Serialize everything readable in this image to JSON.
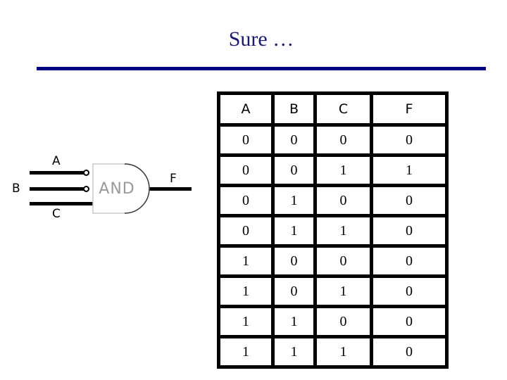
{
  "slide": {
    "title": "Sure …",
    "accent_color": "#000080",
    "title_color": "#191970"
  },
  "circuit": {
    "gate": {
      "type_label": "AND",
      "body_color": "#cccccc",
      "text_color": "#999999"
    },
    "inputs": [
      {
        "name": "input-a",
        "label": "A",
        "has_node_dot": true
      },
      {
        "name": "input-b",
        "label": "B",
        "has_node_dot": true
      },
      {
        "name": "input-c",
        "label": "C",
        "has_node_dot": false
      }
    ],
    "output": {
      "name": "output-f",
      "label": "F"
    }
  },
  "truth_table": {
    "headers": [
      "A",
      "B",
      "C",
      "F"
    ],
    "rows": [
      {
        "A": "0",
        "B": "0",
        "C": "0",
        "F": "0",
        "f_style": "blue"
      },
      {
        "A": "0",
        "B": "0",
        "C": "1",
        "F": "1",
        "f_style": "dark"
      },
      {
        "A": "0",
        "B": "1",
        "C": "0",
        "F": "0",
        "f_style": "blue"
      },
      {
        "A": "0",
        "B": "1",
        "C": "1",
        "F": "0",
        "f_style": "blue"
      },
      {
        "A": "1",
        "B": "0",
        "C": "0",
        "F": "0",
        "f_style": "blue"
      },
      {
        "A": "1",
        "B": "0",
        "C": "1",
        "F": "0",
        "f_style": "blue"
      },
      {
        "A": "1",
        "B": "1",
        "C": "0",
        "F": "0",
        "f_style": "blue"
      },
      {
        "A": "1",
        "B": "1",
        "C": "1",
        "F": "0",
        "f_style": "blue"
      }
    ],
    "output_color": "#191970"
  }
}
